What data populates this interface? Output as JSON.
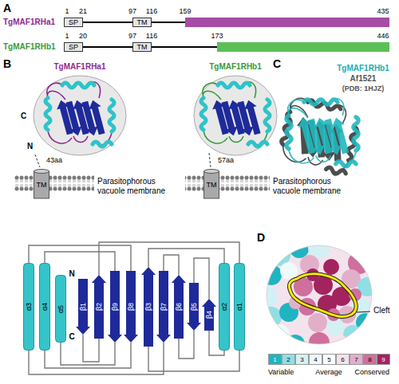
{
  "diagram": {
    "nodes": [
      {
        "text": [
          "SP"
        ]
      },
      {
        "text": [
          "TM"
        ]
      },
      {
        "text": [
          "SP"
        ]
      },
      {
        "text": [
          "TM"
        ]
      },
      {
        "text": [
          "TM"
        ]
      },
      {
        "text": [
          "TM"
        ]
      },
      {
        "text": [
          "α3"
        ]
      },
      {
        "text": [
          "α4"
        ]
      },
      {
        "text": [
          "α5"
        ]
      },
      {
        "text": [
          "β1"
        ]
      },
      {
        "text": [
          "β2"
        ]
      },
      {
        "text": [
          "β9"
        ]
      },
      {
        "text": [
          "β8"
        ]
      },
      {
        "text": [
          "β3"
        ]
      },
      {
        "text": [
          "β7"
        ]
      },
      {
        "text": [
          "β6"
        ]
      },
      {
        "text": [
          "β5"
        ]
      },
      {
        "text": [
          "β4"
        ]
      },
      {
        "text": [
          "α2"
        ]
      },
      {
        "text": [
          "α1"
        ]
      }
    ],
    "edges": [
      {
        "from": 9,
        "to": 10,
        "arrow": "none"
      },
      {
        "from": 10,
        "to": 19,
        "arrow": "none"
      },
      {
        "from": 19,
        "to": 13,
        "arrow": "none"
      },
      {
        "from": 13,
        "to": 18,
        "arrow": "none"
      },
      {
        "from": 18,
        "to": 17,
        "arrow": "none"
      },
      {
        "from": 17,
        "to": 16,
        "arrow": "none"
      },
      {
        "from": 16,
        "to": 15,
        "arrow": "none"
      },
      {
        "from": 15,
        "to": 14,
        "arrow": "none"
      },
      {
        "from": 14,
        "to": 6,
        "arrow": "none"
      },
      {
        "from": 6,
        "to": 12,
        "arrow": "none"
      },
      {
        "from": 12,
        "to": 7,
        "arrow": "none"
      },
      {
        "from": 7,
        "to": 11,
        "arrow": "none"
      },
      {
        "from": 11,
        "to": 8,
        "arrow": "none"
      }
    ],
    "labels": [
      "A",
      "TgMAF1RHa1",
      "1",
      "21",
      "97",
      "116",
      "159",
      "435",
      "TgMAF1RHb1",
      "1",
      "20",
      "97",
      "116",
      "173",
      "446",
      "B",
      "TgMAF1RHa1",
      "TgMAF1RHb1",
      "C",
      "N",
      "43aa",
      "Parasitophorous vacuole membrane",
      "57aa",
      "Parasitophorous vacuole membrane",
      "N",
      "C",
      "C",
      "TgMAF1RHb1",
      "Af1521",
      "(PDB: 1HJZ)",
      "D",
      "Cleft",
      "Variable",
      "Average",
      "Conserved"
    ],
    "legend": [
      {
        "text": "1",
        "color": "#1fb5c0"
      },
      {
        "text": "2",
        "color": "#8fdfe5"
      },
      {
        "text": "3",
        "color": "#d3f1f4"
      },
      {
        "text": "4",
        "color": "#eef9fa"
      },
      {
        "text": "5",
        "color": "#ffffff"
      },
      {
        "text": "6",
        "color": "#f3e3ec"
      },
      {
        "text": "7",
        "color": "#e2afc9"
      },
      {
        "text": "8",
        "color": "#cf6f9d"
      },
      {
        "text": "9",
        "color": "#a3235f"
      }
    ]
  }
}
